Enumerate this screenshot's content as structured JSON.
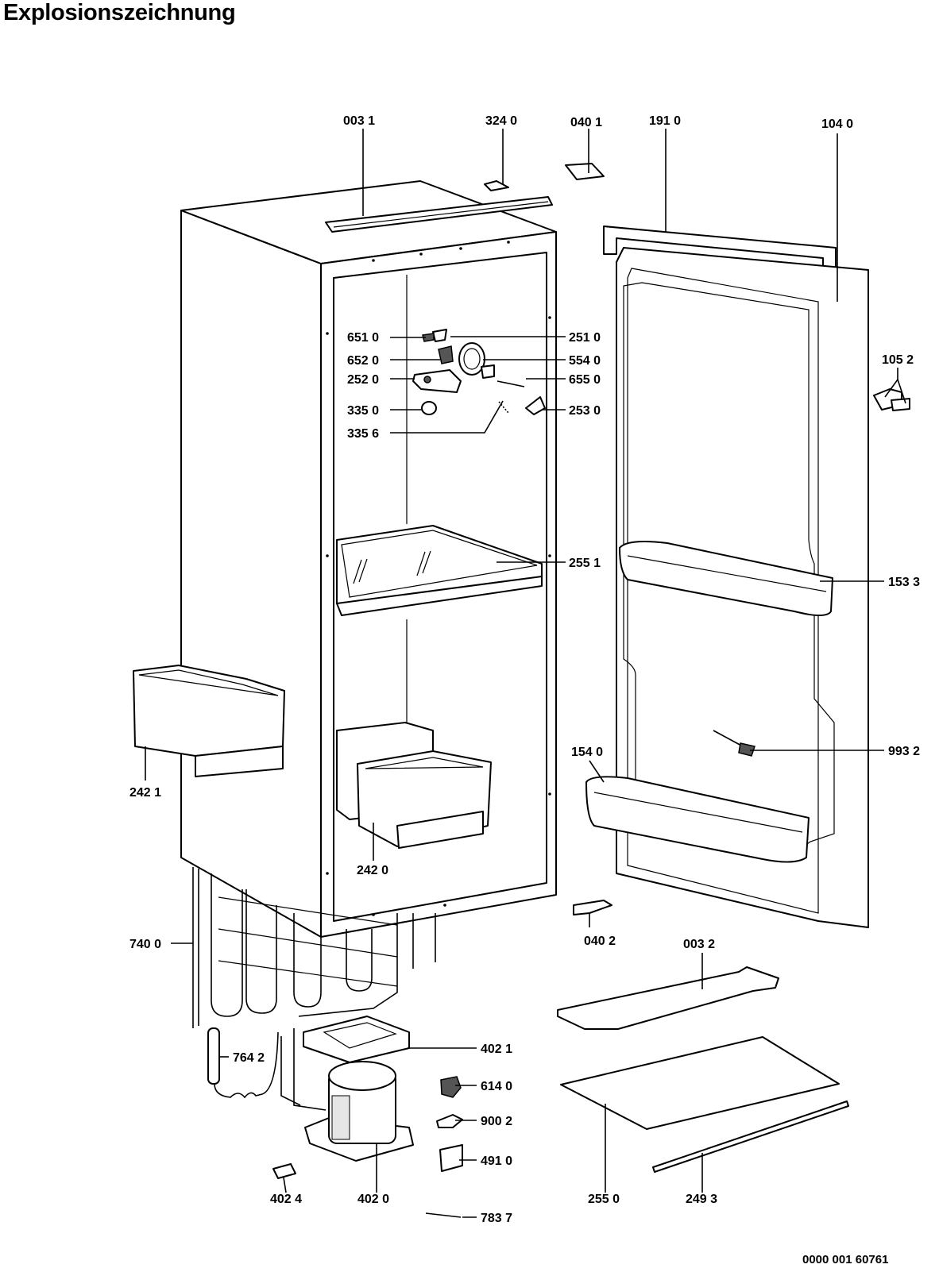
{
  "title": "Explosionszeichnung",
  "document_number": "0000 001 60761",
  "callouts": {
    "c0031": "003 1",
    "c3240": "324 0",
    "c0401": "040 1",
    "c1910": "191 0",
    "c1040": "104 0",
    "c6510": "651 0",
    "c2510": "251 0",
    "c6520": "652 0",
    "c5540": "554 0",
    "c2520": "252 0",
    "c6550": "655 0",
    "c3350": "335 0",
    "c2530": "253 0",
    "c3356": "335 6",
    "c1052": "105 2",
    "c2551": "255 1",
    "c1533": "153 3",
    "c2421": "242 1",
    "c9932": "993 2",
    "c1540": "154 0",
    "c2420": "242 0",
    "c7400": "740 0",
    "c0402": "040 2",
    "c0032": "003 2",
    "c4021": "402 1",
    "c7642": "764 2",
    "c6140": "614 0",
    "c9002": "900 2",
    "c4910": "491 0",
    "c4024": "402 4",
    "c4020": "402 0",
    "c7837": "783 7",
    "c2550": "255 0",
    "c2493": "249 3"
  }
}
